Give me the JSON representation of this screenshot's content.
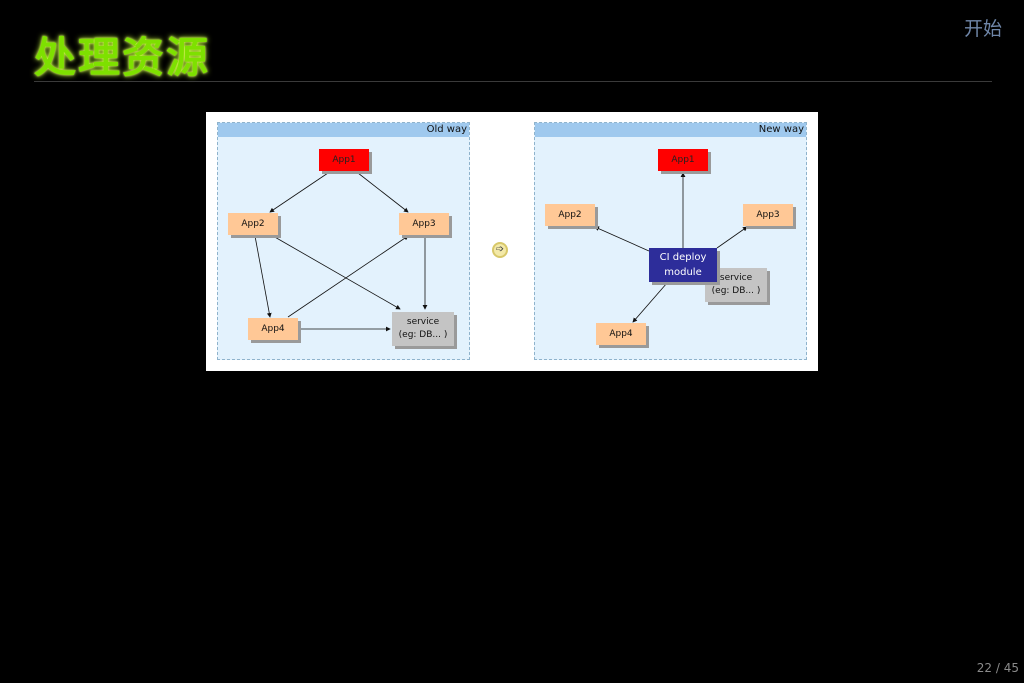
{
  "title": "处理资源",
  "nav": {
    "start_label": "开始"
  },
  "page": {
    "indicator": "22 / 45"
  },
  "diagram": {
    "old": {
      "header": "Old way",
      "app1": "App1",
      "app2": "App2",
      "app3": "App3",
      "app4": "App4",
      "service_line1": "service",
      "service_line2": "(eg:  DB... )"
    },
    "new": {
      "header": "New way",
      "app1": "App1",
      "app2": "App2",
      "app3": "App3",
      "app4": "App4",
      "ci_line1": "CI deploy",
      "ci_line2": "module",
      "service_line1": "service",
      "service_line2": "(eg:  DB... )"
    },
    "transition_icon": "arrow-right-icon"
  }
}
